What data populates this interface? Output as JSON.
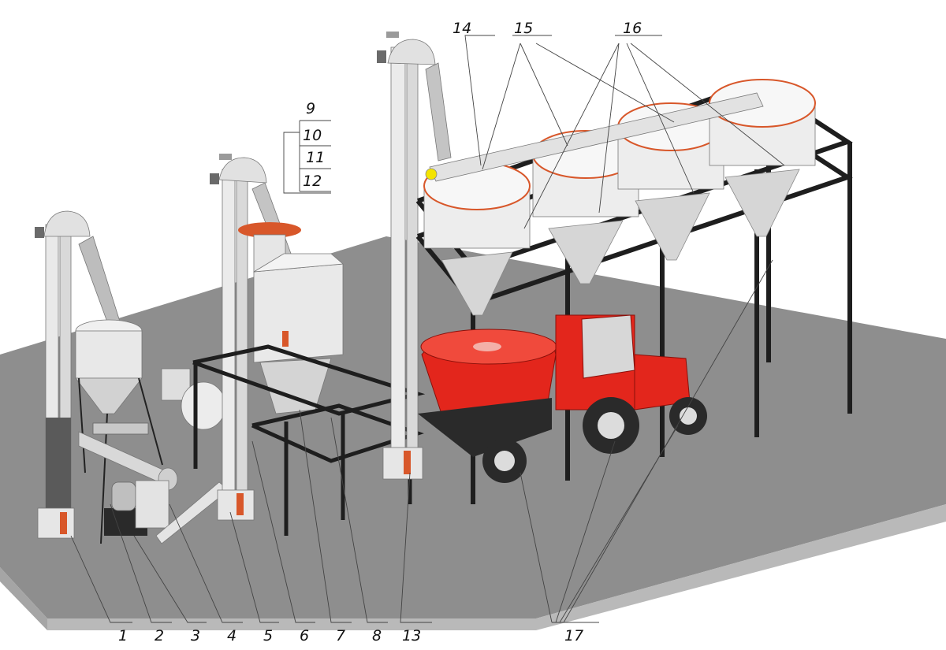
{
  "colors": {
    "floor": "#8e8e8e",
    "floor_edge": "#b7b7b7",
    "steel_frame": "#1e1e1e",
    "equipment": "#e9e9e9",
    "equipment_shade": "#c6c6c6",
    "accent_orange": "#d8572a",
    "tractor_red": "#e3261c",
    "tractor_dark": "#a5150f",
    "label_line": "#444444"
  },
  "callouts": {
    "bottom": [
      "1",
      "2",
      "3",
      "4",
      "5",
      "6",
      "7",
      "8",
      "13"
    ],
    "stack": [
      "9",
      "10",
      "11",
      "12"
    ],
    "top": [
      "14",
      "15",
      "16"
    ],
    "right": "17"
  }
}
